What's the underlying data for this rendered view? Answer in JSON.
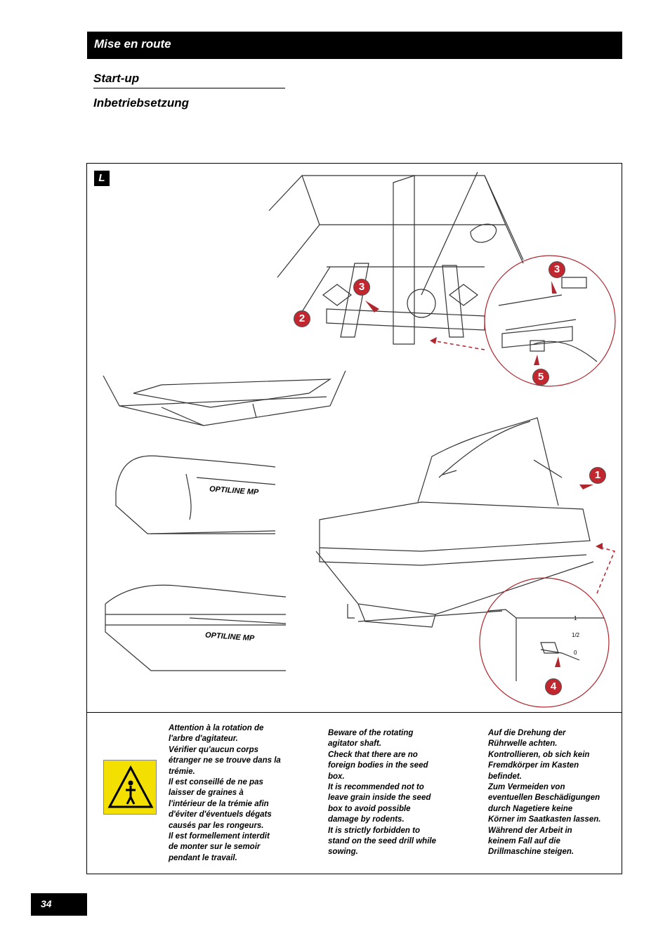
{
  "header": {
    "section_title": "Mise en route",
    "subtitle_en": "Start-up",
    "subtitle_de": "Inbetriebsetzung"
  },
  "figure": {
    "label": "L",
    "callouts": [
      "3",
      "2",
      "3",
      "5",
      "1",
      "4"
    ],
    "brand_label_1": "OPTILINE MP",
    "brand_label_2": "OPTILINE MP",
    "gauge_marks": [
      "1",
      "1/2",
      "0"
    ]
  },
  "warning": {
    "icon": "warning-sign-icon",
    "text_fr": "Attention à la rotation de\nl'arbre d'agitateur.\nVérifier qu'aucun corps\nétranger ne se trouve dans la\ntrémie.\nIl est conseillé de ne pas\nlaisser de graines à\nl'intérieur de la trémie afin\nd'éviter d'éventuels dégats\ncausés par les rongeurs.\nIl est formellement interdit\nde monter sur le semoir\npendant le travail.",
    "text_en": "Beware of the rotating\nagitator shaft.\nCheck that there are no\nforeign bodies in the seed\nbox.\nIt is recommended not to\nleave grain inside the seed\nbox to avoid possible\ndamage by rodents.\nIt is strictly forbidden to\nstand on the seed drill while\nsowing.",
    "text_de": "Auf die Drehung der\nRührwelle achten.\nKontrollieren, ob sich kein\nFremdkörper im Kasten\nbefindet.\nZum Vermeiden von\neventuellen Beschädigungen\ndurch Nagetiere keine\nKörner im Saatkasten lassen.\nWährend der Arbeit in\nkeinem Fall auf die\nDrillmaschine steigen."
  },
  "colors": {
    "callout": "#c2262e",
    "warning_bg": "#f4e000",
    "arrow": "#b0262e"
  },
  "footer": {
    "page_number": "34"
  }
}
